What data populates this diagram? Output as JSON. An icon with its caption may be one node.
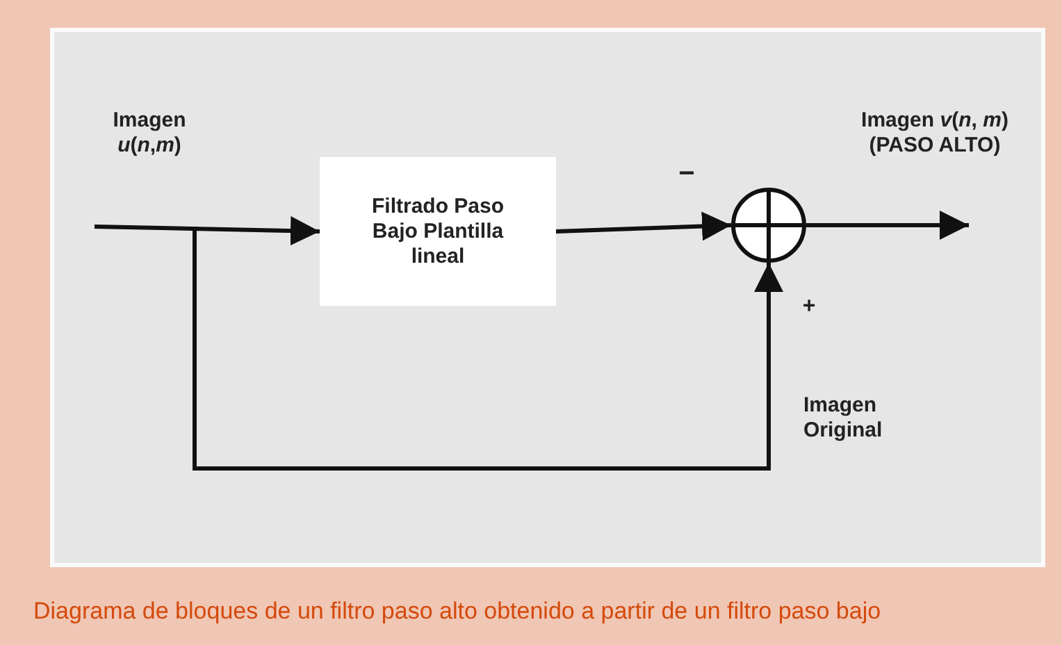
{
  "diagram": {
    "caption": "Diagrama de bloques de un filtro paso alto obtenido a partir de un filtro paso bajo",
    "nodes": [
      {
        "text": [
          "Filtrado Paso Bajo Plantilla lineal"
        ]
      },
      {
        "text": [],
        "shape": "circle"
      }
    ],
    "edges": [
      {
        "from": null,
        "to": 0,
        "arrow": "to"
      },
      {
        "from": null,
        "to": 1,
        "arrow": "to"
      },
      {
        "from": 0,
        "to": 1,
        "arrow": "to"
      },
      {
        "from": 1,
        "to": null,
        "arrow": "to"
      }
    ],
    "labels": [
      "Imagen *u*(*n*,*m*)",
      "Imagen *v*(*n*, *m*) (PASO ALTO)",
      "−",
      "+",
      "Imagen Original"
    ]
  }
}
